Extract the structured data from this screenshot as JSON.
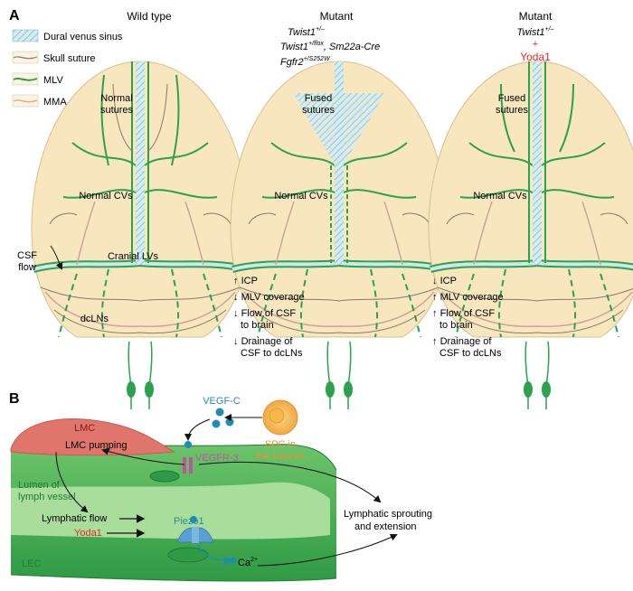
{
  "panel_a": {
    "label": "A",
    "legend": {
      "items": [
        {
          "label": "Dural venus sinus"
        },
        {
          "label": "Skull suture"
        },
        {
          "label": "MLV"
        },
        {
          "label": "MMA"
        }
      ]
    },
    "col1": {
      "title": "Wild type",
      "sutures_label_1": "Normal",
      "sutures_label_2": "sutures",
      "cvs_label": "Normal CVs",
      "lvs_label": "Cranial LVs",
      "csf_label_1": "CSF",
      "csf_label_2": "flow",
      "dclns_label": "dcLNs"
    },
    "col2": {
      "title": "Mutant",
      "genotype_1": "Twist1",
      "genotype_1_sup": "+/–",
      "genotype_2a": "Twist1",
      "genotype_2a_sup": "+/flox",
      "genotype_2b": ", Sm22a-Cre",
      "genotype_3": "Fgfr2",
      "genotype_3_sup": "+/S252W",
      "sutures_label_1": "Fused",
      "sutures_label_2": "sutures",
      "cvs_label": "Normal CVs",
      "effects": [
        {
          "arrow": "↑",
          "line1": "ICP",
          "line2": ""
        },
        {
          "arrow": "↓",
          "line1": "MLV coverage",
          "line2": ""
        },
        {
          "arrow": "↓",
          "line1": "Flow of CSF",
          "line2": "to brain"
        },
        {
          "arrow": "↓",
          "line1": "Drainage of",
          "line2": "CSF to dcLNs"
        }
      ]
    },
    "col3": {
      "title": "Mutant",
      "genotype_1": "Twist1",
      "genotype_1_sup": "+/–",
      "plus": "+",
      "treatment": "Yoda1",
      "sutures_label_1": "Fused",
      "sutures_label_2": "sutures",
      "cvs_label": "Normal CVs",
      "effects": [
        {
          "arrow": "↓",
          "line1": "ICP",
          "line2": ""
        },
        {
          "arrow": "↑",
          "line1": "MLV coverage",
          "line2": ""
        },
        {
          "arrow": "↑",
          "line1": "Flow of CSF",
          "line2": "to brain"
        },
        {
          "arrow": "↑",
          "line1": "Drainage of",
          "line2": "CSF to dcLNs"
        }
      ]
    }
  },
  "panel_b": {
    "label": "B",
    "vegfc": "VEGF-C",
    "spc_1": "SPC in",
    "spc_2": "the sutures",
    "lmc": "LMC",
    "lmc_pumping": "LMC pumping",
    "vegfr3": "VEGFR-3",
    "lumen_1": "Lumen of",
    "lumen_2": "lymph vessel",
    "lymphatic_flow": "Lymphatic flow",
    "yoda1": "Yoda1",
    "piezo1": "Piezo1",
    "sprouting_1": "Lymphatic sprouting",
    "sprouting_2": "and extension",
    "lec": "LEC",
    "ca": "Ca",
    "ca_sup": "2+"
  },
  "colors": {
    "skull_fill": "#f8e6be",
    "mlv_green": "#2aa24e",
    "sinus_blue": "#9ccfd8",
    "suture_brown": "#8b7a6a",
    "mma_pink": "#e8b8a0",
    "red_text": "#e0282e",
    "teal_text": "#2a8aa0",
    "orange_text": "#e8923a",
    "lec_green": "#3fb04f",
    "lmc_red": "#e0756b",
    "piezo_blue": "#5a9fd0"
  }
}
